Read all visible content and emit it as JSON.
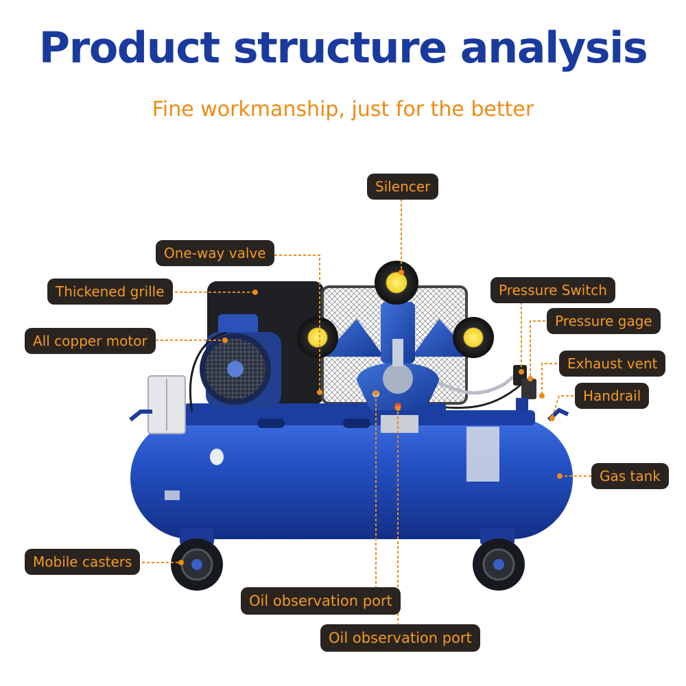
{
  "header": {
    "title": "Product structure analysis",
    "subtitle": "Fine workmanship, just for the better"
  },
  "colors": {
    "title": "#1a3a9e",
    "accent": "#f08a12",
    "tank": "#1f47b4",
    "label_bg": "#2a2420",
    "label_text": "#f59a23"
  },
  "callouts": {
    "silencer": "Silencer",
    "one_way_valve": "One-way valve",
    "thickened_grille": "Thickened grille",
    "all_copper_motor": "All copper motor",
    "pressure_switch": "Pressure Switch",
    "pressure_gage": "Pressure gage",
    "exhaust_vent": "Exhaust vent",
    "handrail": "Handrail",
    "gas_tank": "Gas tank",
    "mobile_casters": "Mobile casters",
    "oil_port_1": "Oil observation port",
    "oil_port_2": "Oil observation port"
  }
}
